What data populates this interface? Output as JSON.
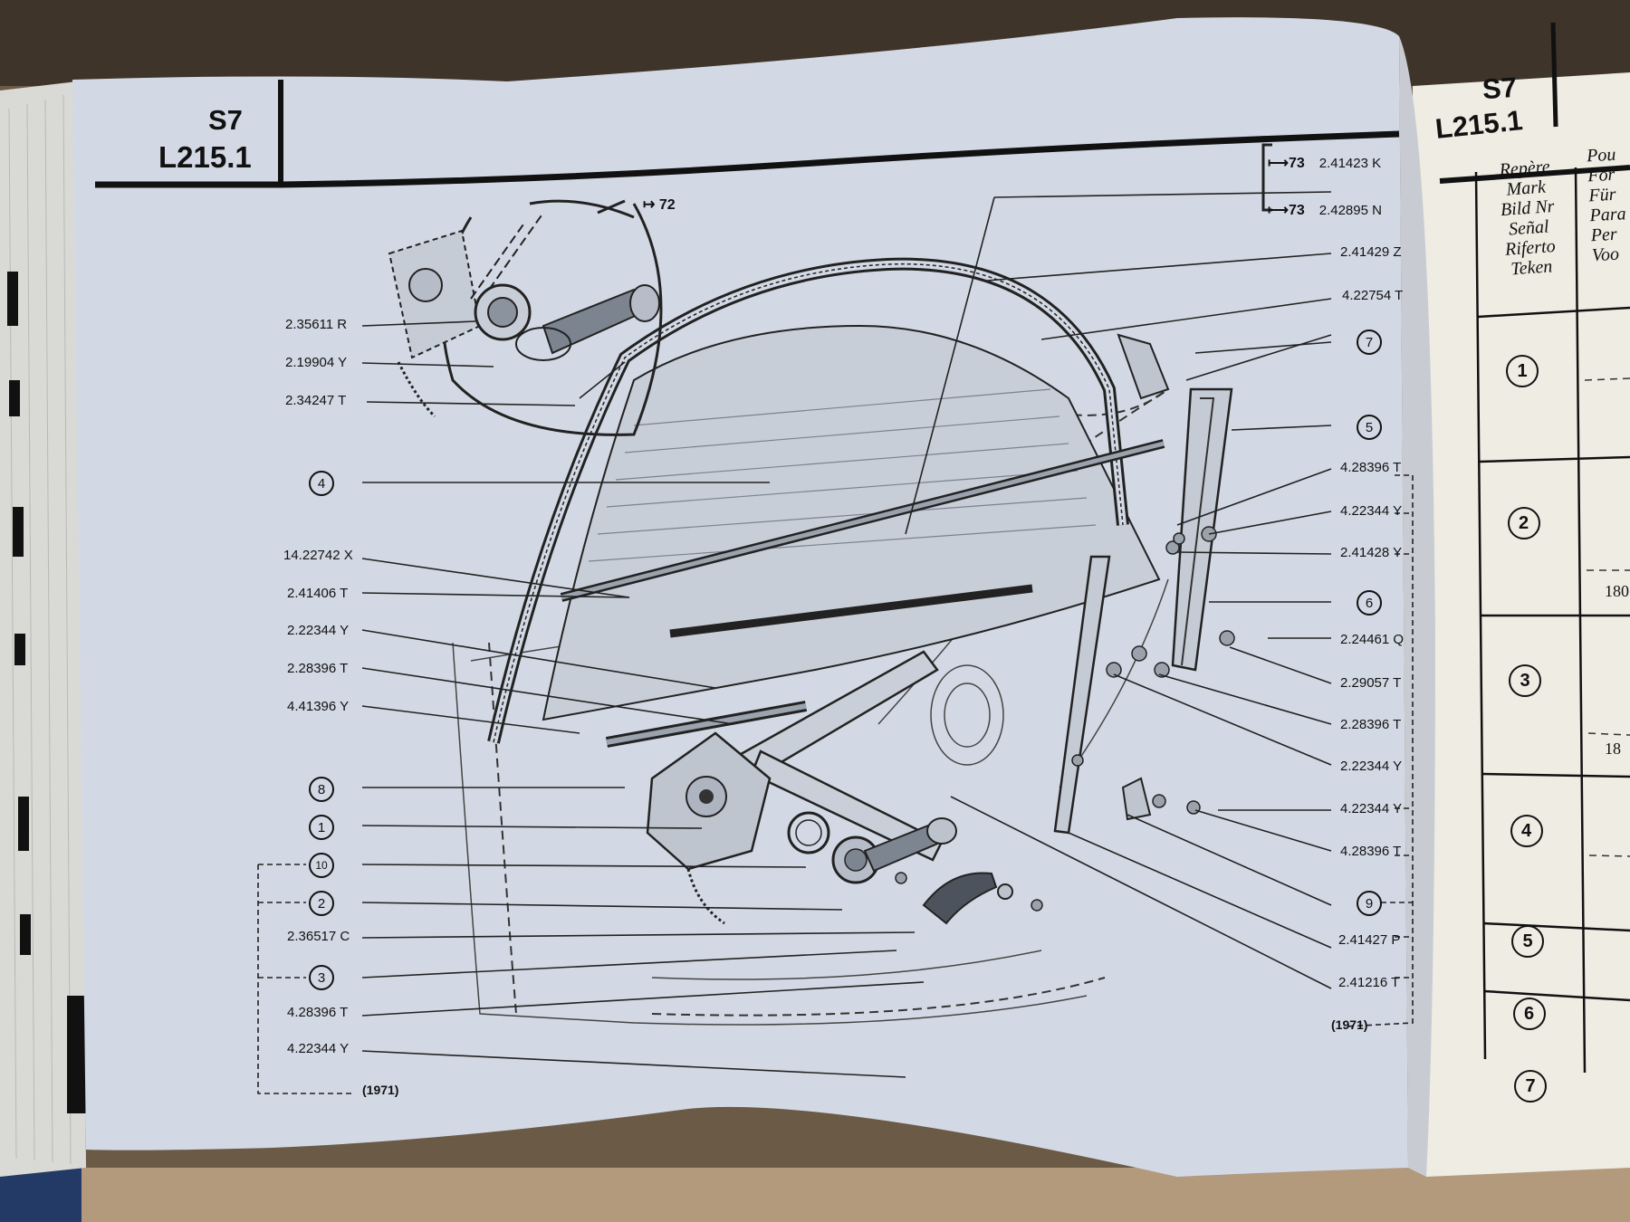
{
  "left_page": {
    "header": {
      "section": "S7",
      "plate": "L215.1"
    },
    "ref_top": "72",
    "callouts_left": [
      {
        "text": "2.35611 R"
      },
      {
        "text": "2.19904 Y"
      },
      {
        "text": "2.34247 T"
      },
      {
        "text": "4",
        "circled": true
      },
      {
        "text": "14.22742 X"
      },
      {
        "text": "2.41406 T"
      },
      {
        "text": "2.22344 Y"
      },
      {
        "text": "2.28396 T"
      },
      {
        "text": "4.41396 Y"
      },
      {
        "text": "8",
        "circled": true
      },
      {
        "text": "1",
        "circled": true
      },
      {
        "text": "10",
        "circled": true
      },
      {
        "text": "2",
        "circled": true
      },
      {
        "text": "2.36517 C"
      },
      {
        "text": "3",
        "circled": true
      },
      {
        "text": "4.28396 T"
      },
      {
        "text": "4.22344 Y"
      }
    ],
    "year_left": "(1971)",
    "callouts_right": [
      {
        "text": "2.41423 K",
        "ref": "73"
      },
      {
        "text": "2.42895 N",
        "ref": "73"
      },
      {
        "text": "2.41429 Z"
      },
      {
        "text": "4.22754 T"
      },
      {
        "text": "7",
        "circled": true
      },
      {
        "text": "5",
        "circled": true
      },
      {
        "text": "4.28396 T"
      },
      {
        "text": "4.22344 Y"
      },
      {
        "text": "2.41428 Y"
      },
      {
        "text": "6",
        "circled": true
      },
      {
        "text": "2.24461 Q"
      },
      {
        "text": "2.29057 T"
      },
      {
        "text": "2.28396 T"
      },
      {
        "text": "2.22344 Y"
      },
      {
        "text": "4.22344 Y"
      },
      {
        "text": "4.28396 T"
      },
      {
        "text": "9",
        "circled": true
      },
      {
        "text": "2.41427 P"
      },
      {
        "text": "2.41216 T"
      }
    ],
    "year_right": "(1971)"
  },
  "right_page": {
    "header": {
      "section": "S7",
      "plate": "L215.1"
    },
    "column_header_lines": [
      "Repère",
      "Mark",
      "Bild Nr",
      "Señal",
      "Riferto",
      "Teken"
    ],
    "column2_lines": [
      "Pou",
      "For",
      "Für",
      "Para",
      "Per",
      "Voo"
    ],
    "rows": [
      {
        "mark": "1",
        "note": ""
      },
      {
        "mark": "2",
        "note": "180"
      },
      {
        "mark": "3",
        "note": "18"
      },
      {
        "mark": "4",
        "note": ""
      },
      {
        "mark": "5",
        "note": ""
      },
      {
        "mark": "6",
        "note": ""
      },
      {
        "mark": "7",
        "note": ""
      }
    ]
  }
}
